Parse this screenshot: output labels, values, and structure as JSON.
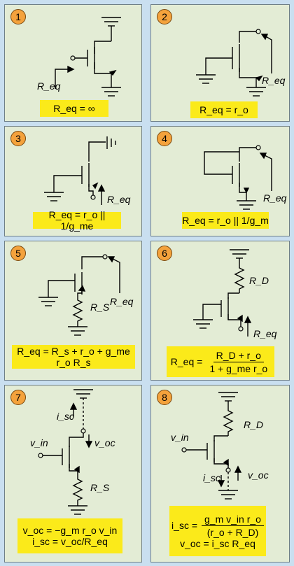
{
  "panels": [
    {
      "number": "1",
      "label": "R_eq",
      "formula": "R_eq = ∞"
    },
    {
      "number": "2",
      "label": "R_eq",
      "formula": "R_eq = r_o"
    },
    {
      "number": "3",
      "label": "R_eq",
      "formula": "R_eq = r_o || 1/g_me"
    },
    {
      "number": "4",
      "label": "R_eq",
      "formula": "R_eq = r_o || 1/g_m"
    },
    {
      "number": "5",
      "label_req": "R_eq",
      "label_rs": "R_S",
      "formula": "R_eq = R_s + r_o + g_me r_o R_s"
    },
    {
      "number": "6",
      "label_rd": "R_D",
      "label_req": "R_eq",
      "formula_lhs": "R_eq =",
      "formula_num": "R_D + r_o",
      "formula_den": "1 + g_me r_o"
    },
    {
      "number": "7",
      "label_isc": "i_sc",
      "label_voc": "v_oc",
      "label_vin": "v_in",
      "label_rs": "R_S",
      "formula_line1": "v_oc = −g_m r_o v_in",
      "formula_line2": "i_sc = v_oc/R_eq"
    },
    {
      "number": "8",
      "label_rd": "R_D",
      "label_vin": "v_in",
      "label_isc": "i_sc",
      "label_voc": "v_oc",
      "formula_lhs": "i_sc =",
      "formula_num": "g_m v_in r_o",
      "formula_den": "(r_o + R_D)",
      "formula_line2": "v_oc = i_sc R_eq"
    }
  ]
}
